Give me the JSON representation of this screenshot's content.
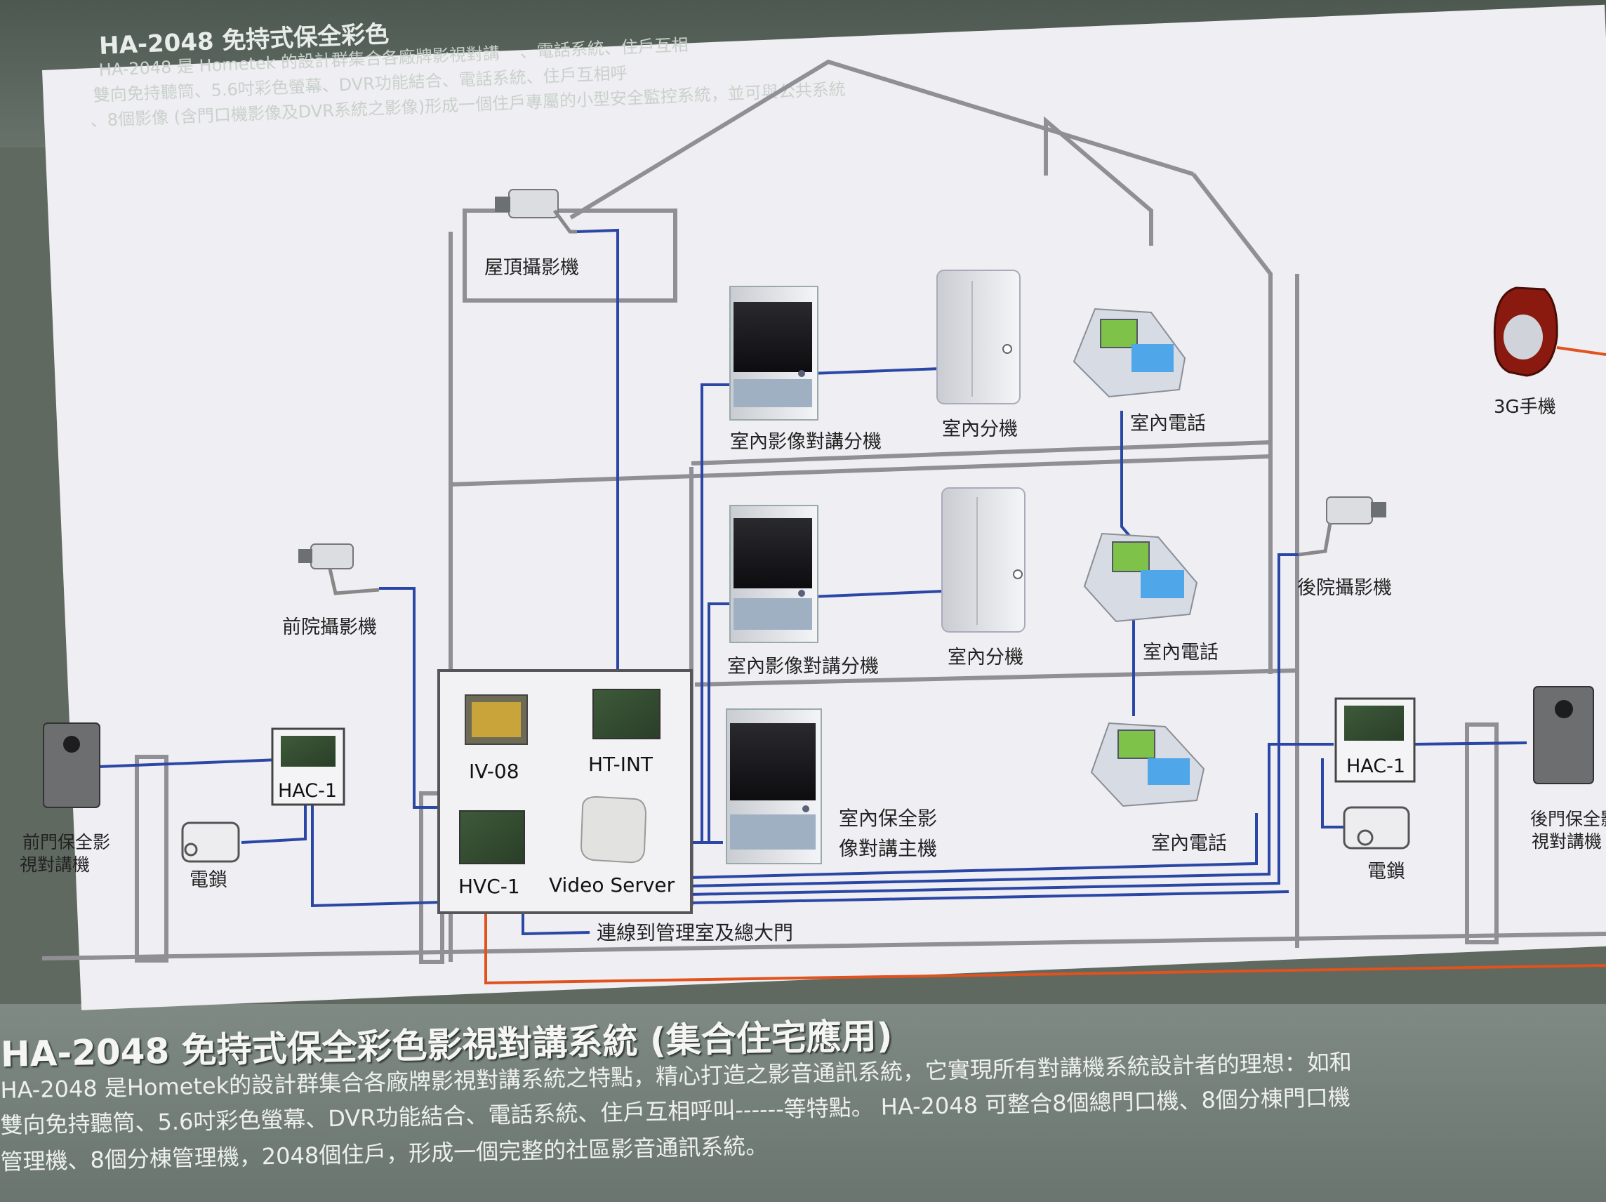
{
  "header": {
    "title": "HA-2048 免持式保全彩色",
    "line1": "HA-2048 是 Hometek 的設計群集合各廠牌影視對講",
    "line1b": "、電話系統、住戶互相",
    "line2": "雙向免持聽筒、5.6吋彩色螢幕、DVR功能結合、電話系統、住戶互相呼",
    "line3": "、8個影像 (含門口機影像及DVR系統之影像)形成一個住戶專屬的小型安全監控系統，並可與公共系統"
  },
  "labels": {
    "roof_camera": "屋頂攝影機",
    "indoor_video_1": "室內影像對講分機",
    "indoor_ext_1": "室內分機",
    "indoor_phone_1": "室內電話",
    "indoor_video_2": "室內影像對講分機",
    "indoor_ext_2": "室內分機",
    "indoor_phone_2": "室內電話",
    "front_camera": "前院攝影機",
    "back_camera": "後院攝影機",
    "phone_3g": "3G手機",
    "iv08": "IV-08",
    "htint": "HT-INT",
    "hvc1": "HVC-1",
    "video_server": "Video Server",
    "master_1": "室內保全影",
    "master_2": "像對講主機",
    "indoor_phone_3": "室內電話",
    "hac_left": "HAC-1",
    "hac_right": "HAC-1",
    "front_door_1": "前門保全影",
    "front_door_2": "視對講機",
    "lock_left": "電鎖",
    "lock_right": "電鎖",
    "back_door_1": "後門保全影",
    "back_door_2": "視對講機",
    "connect_mgmt": "連線到管理室及總大門"
  },
  "footer": {
    "title": "HA-2048 免持式保全彩色影視對講系統 (集合住宅應用)",
    "line1": "HA-2048 是Hometek的設計群集合各廠牌影視對講系統之特點，精心打造之影音通訊系統，它實現所有對講機系統設計者的理想：如和",
    "line2": "雙向免持聽筒、5.6吋彩色螢幕、DVR功能結合、電話系統、住戶互相呼叫------等特點。 HA-2048 可整合8個總門口機、8個分棟門口機",
    "line3": "管理機、8個分棟管理機，2048個住戶，形成一個完整的社區影音通訊系統。"
  },
  "colors": {
    "house_outline": "#8f8f95",
    "wire_blue": "#2b47a6",
    "wire_orange": "#e0521e",
    "sheet": "#efeef2",
    "band": "#5f6960"
  }
}
